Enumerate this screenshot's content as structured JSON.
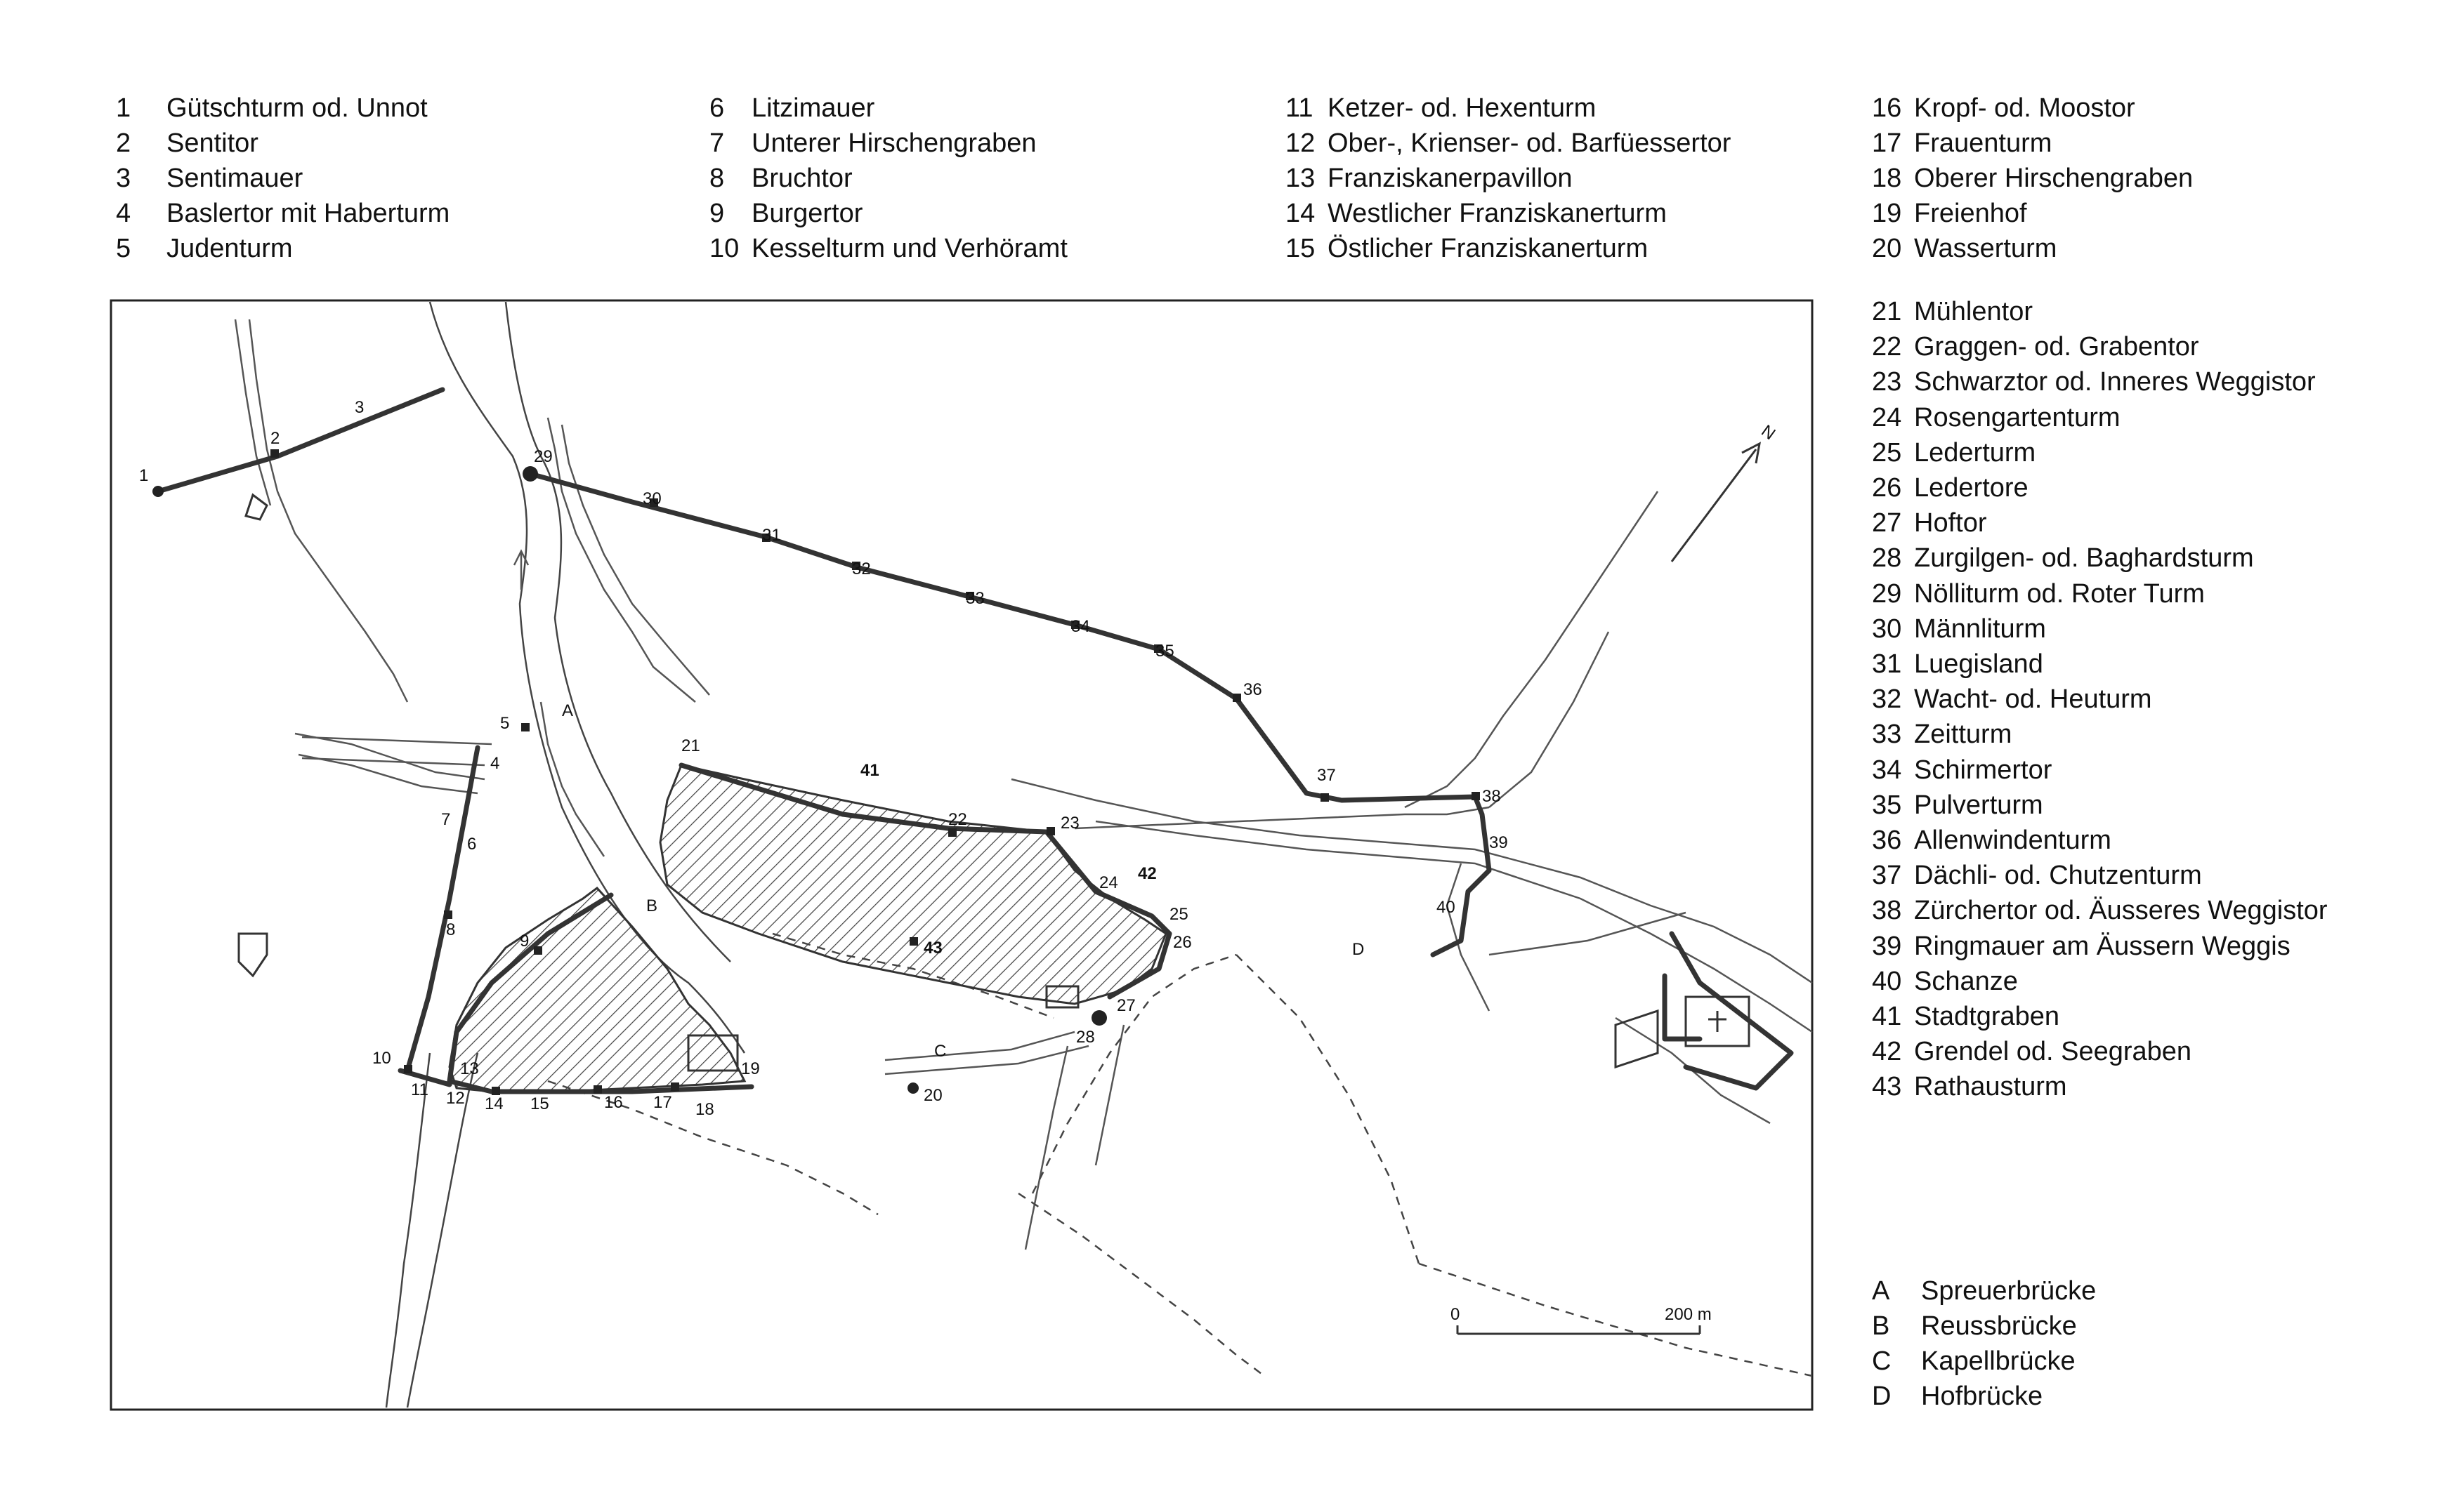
{
  "legend": {
    "col1": [
      {
        "num": "1",
        "label": "Gütschturm od. Unnot"
      },
      {
        "num": "2",
        "label": "Sentitor"
      },
      {
        "num": "3",
        "label": "Sentimauer"
      },
      {
        "num": "4",
        "label": "Baslertor mit Haberturm"
      },
      {
        "num": "5",
        "label": "Judenturm"
      }
    ],
    "col2": [
      {
        "num": "6",
        "label": "Litzimauer"
      },
      {
        "num": "7",
        "label": "Unterer Hirschengraben"
      },
      {
        "num": "8",
        "label": "Bruchtor"
      },
      {
        "num": "9",
        "label": "Burgertor"
      },
      {
        "num": "10",
        "label": "Kesselturm und Verhöramt"
      }
    ],
    "col3": [
      {
        "num": "11",
        "label": "Ketzer- od. Hexenturm"
      },
      {
        "num": "12",
        "label": "Ober-, Krienser- od. Barfüessertor"
      },
      {
        "num": "13",
        "label": "Franziskanerpavillon"
      },
      {
        "num": "14",
        "label": "Westlicher Franziskanerturm"
      },
      {
        "num": "15",
        "label": "Östlicher Franziskanerturm"
      }
    ],
    "col4": [
      {
        "num": "16",
        "label": "Kropf- od. Moostor"
      },
      {
        "num": "17",
        "label": "Frauenturm"
      },
      {
        "num": "18",
        "label": "Oberer Hirschengraben"
      },
      {
        "num": "19",
        "label": "Freienhof"
      },
      {
        "num": "20",
        "label": "Wasserturm"
      }
    ],
    "col5": [
      {
        "num": "21",
        "label": "Mühlentor"
      },
      {
        "num": "22",
        "label": "Graggen- od. Grabentor"
      },
      {
        "num": "23",
        "label": "Schwarztor od. Inneres Weggistor"
      },
      {
        "num": "24",
        "label": "Rosengartenturm"
      },
      {
        "num": "25",
        "label": "Lederturm"
      },
      {
        "num": "26",
        "label": "Ledertore"
      },
      {
        "num": "27",
        "label": "Hoftor"
      },
      {
        "num": "28",
        "label": "Zurgilgen- od. Baghardsturm"
      },
      {
        "num": "29",
        "label": "Nölliturm od. Roter Turm"
      },
      {
        "num": "30",
        "label": "Männliturm"
      },
      {
        "num": "31",
        "label": "Luegisland"
      },
      {
        "num": "32",
        "label": "Wacht- od. Heuturm"
      },
      {
        "num": "33",
        "label": "Zeitturm"
      },
      {
        "num": "34",
        "label": "Schirmertor"
      },
      {
        "num": "35",
        "label": "Pulverturm"
      },
      {
        "num": "36",
        "label": "Allenwindenturm"
      },
      {
        "num": "37",
        "label": "Dächli- od. Chutzenturm"
      },
      {
        "num": "38",
        "label": "Zürchertor od. Äusseres Weggistor"
      },
      {
        "num": "39",
        "label": "Ringmauer am Äussern Weggis"
      },
      {
        "num": "40",
        "label": "Schanze"
      },
      {
        "num": "41",
        "label": "Stadtgraben"
      },
      {
        "num": "42",
        "label": "Grendel od. Seegraben"
      },
      {
        "num": "43",
        "label": "Rathausturm"
      }
    ],
    "bridges": [
      {
        "num": "A",
        "label": "Spreuerbrücke"
      },
      {
        "num": "B",
        "label": "Reussbrücke"
      },
      {
        "num": "C",
        "label": "Kapellbrücke"
      },
      {
        "num": "D",
        "label": "Hofbrücke"
      }
    ]
  },
  "map": {
    "north_label": "N",
    "scale": {
      "start": "0",
      "end": "200 m"
    },
    "labels": [
      "1",
      "2",
      "3",
      "4",
      "5",
      "6",
      "7",
      "8",
      "9",
      "10",
      "11",
      "12",
      "13",
      "14",
      "15",
      "16",
      "17",
      "18",
      "19",
      "20",
      "21",
      "22",
      "23",
      "24",
      "25",
      "26",
      "27",
      "28",
      "29",
      "30",
      "31",
      "32",
      "33",
      "34",
      "35",
      "36",
      "37",
      "38",
      "39",
      "40",
      "41",
      "42",
      "43",
      "A",
      "B",
      "C",
      "D"
    ]
  },
  "colors": {
    "ink": "#333333",
    "hatch": "#444444",
    "background": "#ffffff"
  }
}
